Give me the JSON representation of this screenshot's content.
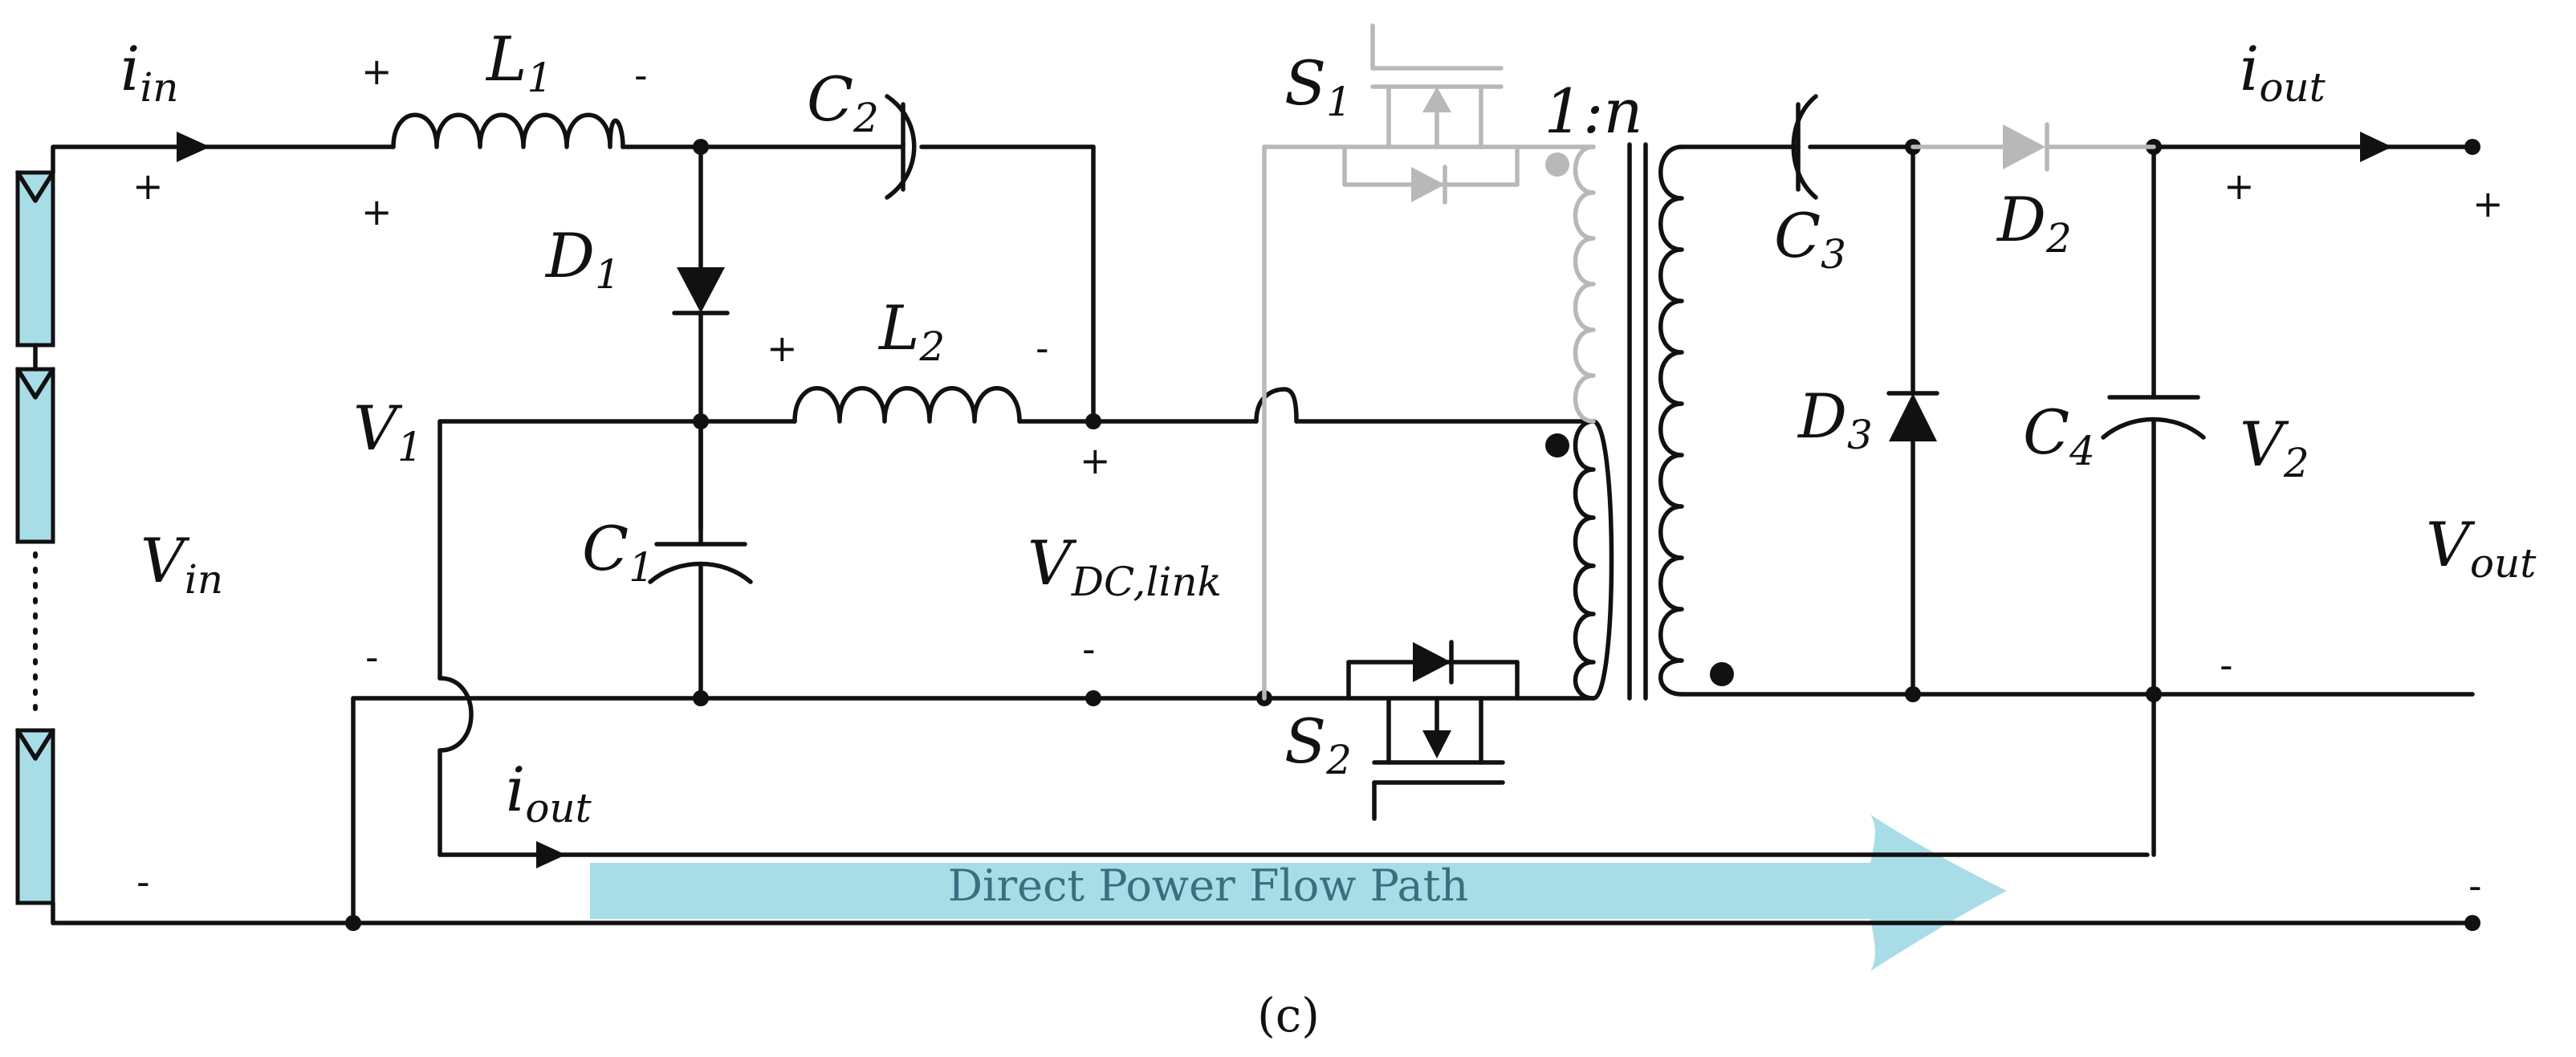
{
  "colors": {
    "wire": "#111111",
    "inactive_wire": "#b8b8b8",
    "panel_fill": "#a8dde8",
    "flow_arrow": "#a8dde8",
    "flow_text": "#3b6f80"
  },
  "labels": {
    "i_in": {
      "main": "i",
      "sub": "in"
    },
    "i_out_top": {
      "main": "i",
      "sub": "out"
    },
    "i_out_bottom": {
      "main": "i",
      "sub": "out"
    },
    "L1": {
      "main": "L",
      "sub": "1"
    },
    "L2": {
      "main": "L",
      "sub": "2"
    },
    "C1": {
      "main": "C",
      "sub": "1"
    },
    "C2": {
      "main": "C",
      "sub": "2"
    },
    "C3": {
      "main": "C",
      "sub": "3"
    },
    "C4": {
      "main": "C",
      "sub": "4"
    },
    "D1": {
      "main": "D",
      "sub": "1"
    },
    "D2": {
      "main": "D",
      "sub": "2"
    },
    "D3": {
      "main": "D",
      "sub": "3"
    },
    "S1": {
      "main": "S",
      "sub": "1"
    },
    "S2": {
      "main": "S",
      "sub": "2"
    },
    "V1": {
      "main": "V",
      "sub": "1"
    },
    "V2": {
      "main": "V",
      "sub": "2"
    },
    "Vin": {
      "main": "V",
      "sub": "in"
    },
    "Vout": {
      "main": "V",
      "sub": "out"
    },
    "Vdc": {
      "main": "V",
      "sub": "DC,link"
    },
    "ratio": "1:n"
  },
  "signs": {
    "plus": "+",
    "minus": "-"
  },
  "flow_path_label": "Direct Power Flow Path",
  "caption": "(c)"
}
